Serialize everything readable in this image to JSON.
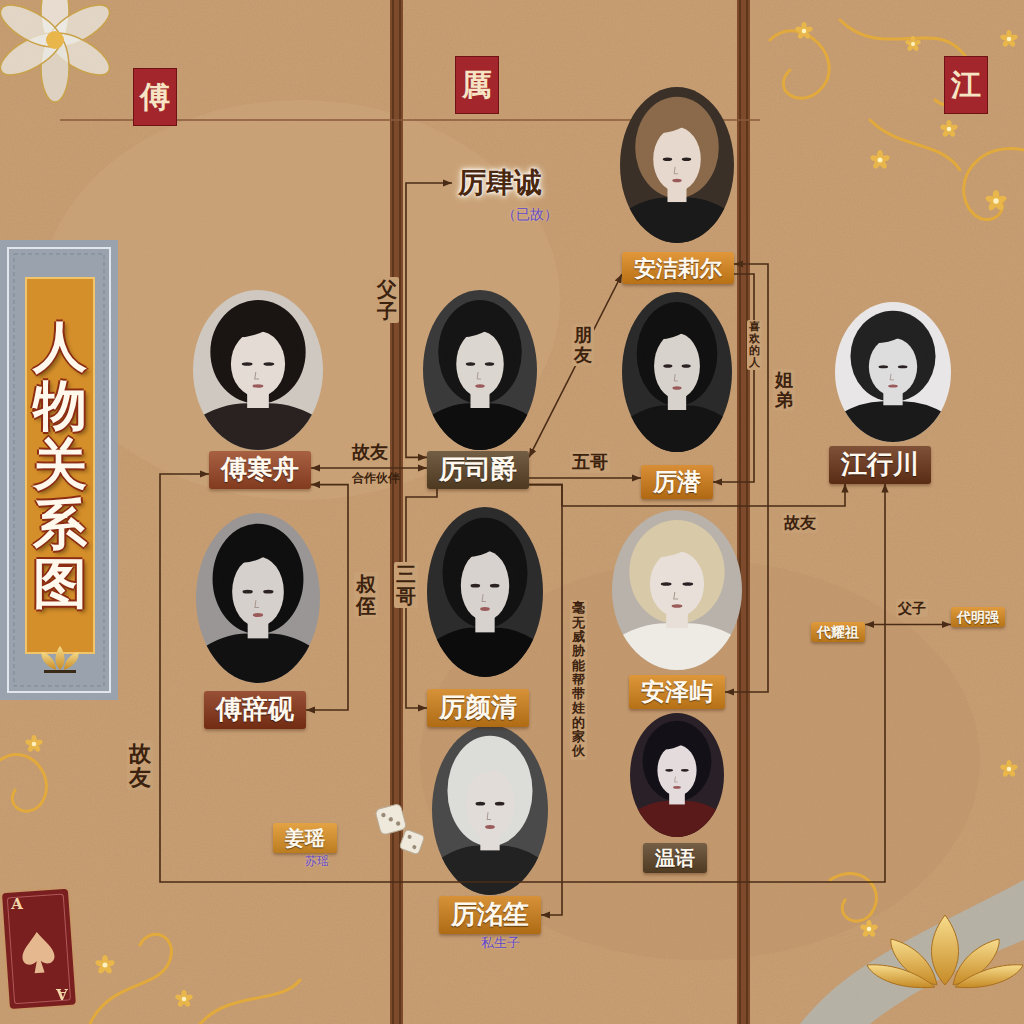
{
  "diagram": {
    "title": "人物关系图",
    "nodes": [
      {
        "text": [
          "傅"
        ]
      },
      {
        "text": [
          "厲"
        ]
      },
      {
        "text": [
          "江"
        ]
      },
      {
        "text": [
          "厉肆诚",
          "（已故）"
        ]
      },
      {
        "text": [
          "安洁莉尔"
        ]
      },
      {
        "text": [
          "傅寒舟"
        ]
      },
      {
        "text": [
          "厉司爵"
        ]
      },
      {
        "text": [
          "厉潜"
        ]
      },
      {
        "text": [
          "江行川"
        ]
      },
      {
        "text": [
          "傅辞砚"
        ]
      },
      {
        "text": [
          "厉颜清"
        ]
      },
      {
        "text": [
          "安泽屿"
        ]
      },
      {
        "text": [
          "代耀祖"
        ]
      },
      {
        "text": [
          "代明强"
        ]
      },
      {
        "text": [
          "温语"
        ]
      },
      {
        "text": [
          "姜瑶",
          "苏瑶"
        ]
      },
      {
        "text": [
          "厉洺笙",
          "私生子"
        ]
      }
    ],
    "edges": [
      {
        "from": 3,
        "to": 6,
        "label": "父子",
        "arrow": "both"
      },
      {
        "from": 6,
        "to": 4,
        "label": "朋友",
        "arrow": "both"
      },
      {
        "from": 5,
        "to": 6,
        "label": "故友",
        "arrow": "both"
      },
      {
        "from": 6,
        "to": 7,
        "label": "五哥",
        "arrow": "to"
      },
      {
        "from": 6,
        "to": 10,
        "label": "三哥",
        "arrow": "to"
      },
      {
        "from": 5,
        "to": 9,
        "label": "叔侄",
        "arrow": "both"
      },
      {
        "from": 4,
        "to": 11,
        "label": "姐弟",
        "arrow": "both"
      },
      {
        "from": 4,
        "to": 7,
        "label": "喜欢的人",
        "arrow": "to"
      },
      {
        "from": 6,
        "to": 8,
        "label": "故友",
        "arrow": "to"
      },
      {
        "from": 6,
        "to": 16,
        "label": "毫无威胁能帮带娃的家伙",
        "arrow": "to"
      },
      {
        "from": 5,
        "to": 8,
        "label": "故友",
        "arrow": "both"
      },
      {
        "from": 12,
        "to": 13,
        "label": "父子",
        "arrow": "both"
      }
    ],
    "labels": [
      "合作伙伴",
      "A",
      "A"
    ]
  }
}
